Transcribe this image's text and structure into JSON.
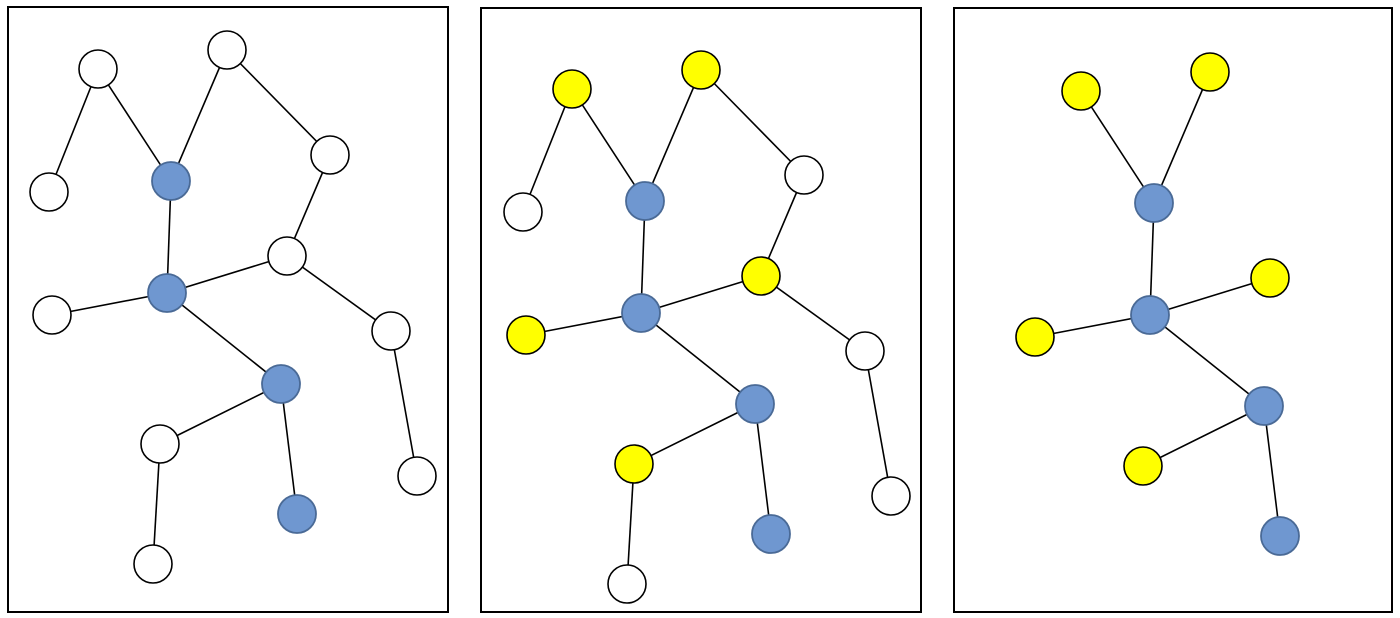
{
  "colors": {
    "background": "#ffffff",
    "frame": "#000000",
    "edge": "#000000",
    "node_white": "#ffffff",
    "node_blue": "#6f97d0",
    "node_blue_stroke": "#4a6a96",
    "node_yellow": "#ffff00"
  },
  "panels": [
    {
      "nodes": [
        {
          "id": "a",
          "color": "white"
        },
        {
          "id": "b",
          "color": "white"
        },
        {
          "id": "c",
          "color": "white"
        },
        {
          "id": "d",
          "color": "blue"
        },
        {
          "id": "e",
          "color": "white"
        },
        {
          "id": "f",
          "color": "white"
        },
        {
          "id": "g",
          "color": "blue"
        },
        {
          "id": "h",
          "color": "white"
        },
        {
          "id": "i",
          "color": "white"
        },
        {
          "id": "j",
          "color": "blue"
        },
        {
          "id": "k",
          "color": "white"
        },
        {
          "id": "l",
          "color": "white"
        },
        {
          "id": "m",
          "color": "blue"
        },
        {
          "id": "n",
          "color": "white"
        }
      ],
      "edges": [
        [
          "c",
          "a"
        ],
        [
          "a",
          "d"
        ],
        [
          "d",
          "b"
        ],
        [
          "b",
          "e"
        ],
        [
          "e",
          "f"
        ],
        [
          "d",
          "g"
        ],
        [
          "g",
          "f"
        ],
        [
          "h",
          "g"
        ],
        [
          "g",
          "j"
        ],
        [
          "f",
          "i"
        ],
        [
          "i",
          "l"
        ],
        [
          "j",
          "k"
        ],
        [
          "k",
          "n"
        ],
        [
          "j",
          "m"
        ]
      ]
    },
    {
      "nodes": [
        {
          "id": "a",
          "color": "yellow"
        },
        {
          "id": "b",
          "color": "yellow"
        },
        {
          "id": "c",
          "color": "white"
        },
        {
          "id": "d",
          "color": "blue"
        },
        {
          "id": "e",
          "color": "white"
        },
        {
          "id": "f",
          "color": "yellow"
        },
        {
          "id": "g",
          "color": "blue"
        },
        {
          "id": "h",
          "color": "yellow"
        },
        {
          "id": "i",
          "color": "white"
        },
        {
          "id": "j",
          "color": "blue"
        },
        {
          "id": "k",
          "color": "yellow"
        },
        {
          "id": "l",
          "color": "white"
        },
        {
          "id": "m",
          "color": "blue"
        },
        {
          "id": "n",
          "color": "white"
        }
      ],
      "edges": [
        [
          "c",
          "a"
        ],
        [
          "a",
          "d"
        ],
        [
          "d",
          "b"
        ],
        [
          "b",
          "e"
        ],
        [
          "e",
          "f"
        ],
        [
          "d",
          "g"
        ],
        [
          "g",
          "f"
        ],
        [
          "h",
          "g"
        ],
        [
          "g",
          "j"
        ],
        [
          "f",
          "i"
        ],
        [
          "i",
          "l"
        ],
        [
          "j",
          "k"
        ],
        [
          "k",
          "n"
        ],
        [
          "j",
          "m"
        ]
      ]
    },
    {
      "nodes": [
        {
          "id": "a",
          "color": "yellow"
        },
        {
          "id": "b",
          "color": "yellow"
        },
        {
          "id": "d",
          "color": "blue"
        },
        {
          "id": "f",
          "color": "yellow"
        },
        {
          "id": "g",
          "color": "blue"
        },
        {
          "id": "h",
          "color": "yellow"
        },
        {
          "id": "j",
          "color": "blue"
        },
        {
          "id": "k",
          "color": "yellow"
        },
        {
          "id": "m",
          "color": "blue"
        }
      ],
      "edges": [
        [
          "a",
          "d"
        ],
        [
          "d",
          "b"
        ],
        [
          "d",
          "g"
        ],
        [
          "g",
          "f"
        ],
        [
          "h",
          "g"
        ],
        [
          "g",
          "j"
        ],
        [
          "j",
          "k"
        ],
        [
          "j",
          "m"
        ]
      ]
    }
  ]
}
